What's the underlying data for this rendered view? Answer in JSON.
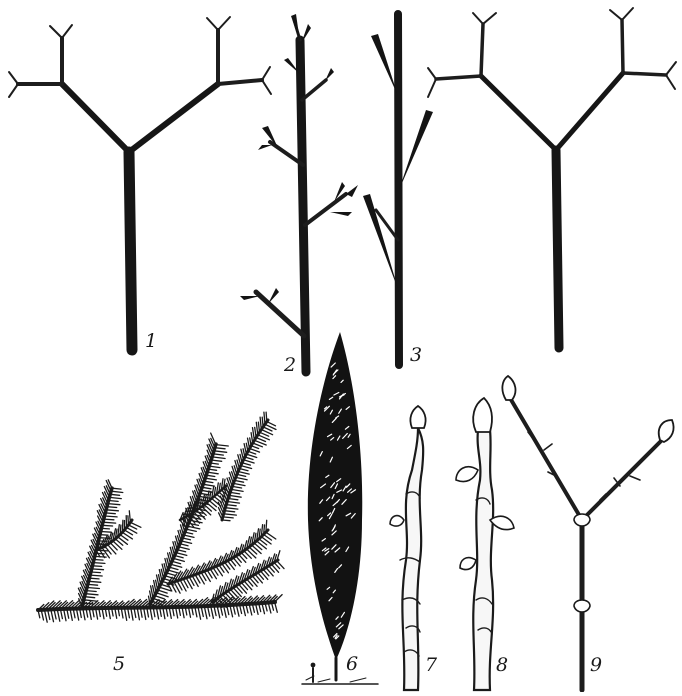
{
  "figure_labels": [
    "1",
    "2",
    "3",
    "5",
    "6",
    "7",
    "8",
    "9"
  ],
  "colors": {
    "ink": "#161616",
    "paper": "#ffffff"
  }
}
